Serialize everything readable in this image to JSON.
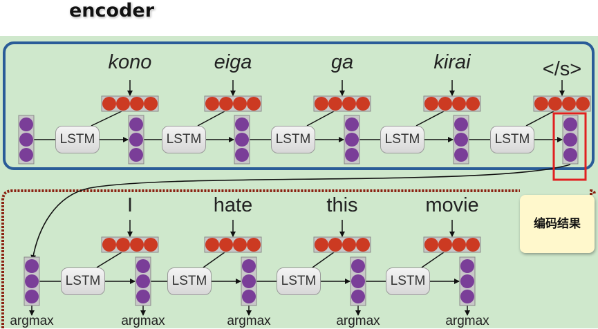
{
  "title": "encoder",
  "encoder": {
    "words": [
      "kono",
      "eiga",
      "ga",
      "kirai",
      "</s>"
    ],
    "cell_label": "LSTM"
  },
  "decoder": {
    "words": [
      "I",
      "hate",
      "this",
      "movie"
    ],
    "cell_label": "LSTM",
    "output_label": "argmax"
  },
  "annotation": {
    "text": "编码结果",
    "highlight_color": "#e02020"
  },
  "colors": {
    "encoder_border": "#2a5c98",
    "decoder_border": "#8b2212",
    "panel_fill": "#cfe8cc",
    "hidden_unit": "#7a3e98",
    "embedding_unit": "#cc3a22"
  }
}
